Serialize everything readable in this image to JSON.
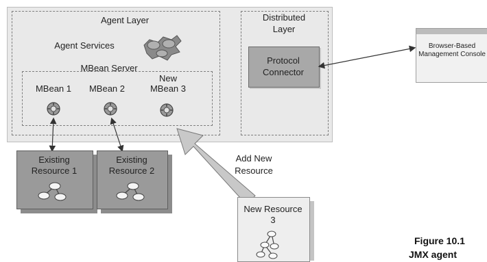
{
  "agent_layer": {
    "title": "Agent Layer",
    "services_label": "Agent Services",
    "mbean_server_label": "MBean Server",
    "mbeans": [
      {
        "label": "MBean 1"
      },
      {
        "label": "MBean 2"
      },
      {
        "label": "New MBean 3"
      }
    ]
  },
  "distributed_layer": {
    "title": "Distributed Layer",
    "connector_label": "Protocol Connector"
  },
  "browser_console": {
    "label": "Browser-Based Management Console"
  },
  "resources": [
    {
      "label": "Existing Resource 1"
    },
    {
      "label": "Existing Resource 2"
    },
    {
      "label": "New Resource 3"
    }
  ],
  "add_new_resource_label": "Add New Resource",
  "figure_caption": {
    "line1": "Figure 10.1",
    "line2": "JMX agent"
  },
  "colors": {
    "outer_box": "#e9e9e9",
    "connector": "#a8a8a8",
    "existing_resource": "#9a9a9a",
    "new_resource": "#eeeeee"
  }
}
